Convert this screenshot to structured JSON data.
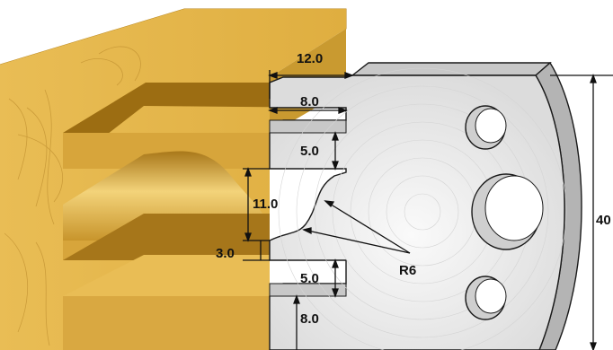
{
  "dimensions": {
    "top_width": "12.0",
    "slot_upper_depth": "8.0",
    "slot_gap_upper": "5.0",
    "bead_height": "11.0",
    "fillet_height": "3.0",
    "slot_gap_lower": "5.0",
    "slot_lower_depth": "8.0",
    "total_height": "40",
    "radius": "R6"
  },
  "colors": {
    "wood_face": "#e5b64a",
    "wood_light": "#f2cf70",
    "wood_dark": "#b8861e",
    "knife_face": "#e6e6e6",
    "knife_edge": "#b4b4b4",
    "outline": "#1a1a1a"
  }
}
